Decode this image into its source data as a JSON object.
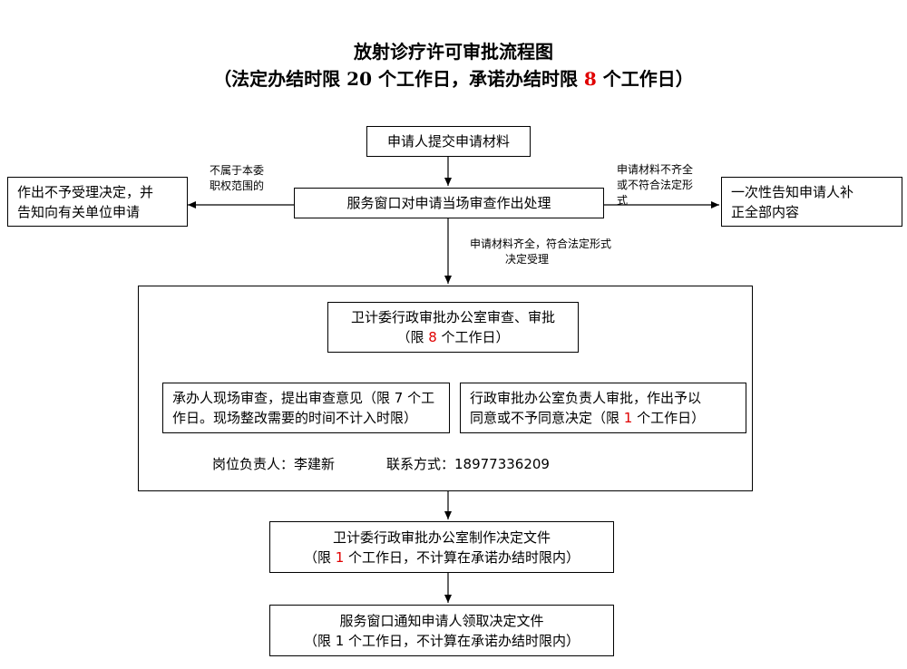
{
  "title": {
    "line1": "放射诊疗许可审批流程图",
    "line2_pre": "（法定办结时限 20 个工作日，承诺办结时限 ",
    "line2_num": "8",
    "line2_post": " 个工作日）"
  },
  "nodes": {
    "submit": "申请人提交申请材料",
    "window_process": "服务窗口对申请当场审查作出处理",
    "reject_line1": "作出不予受理决定，并",
    "reject_line2": "告知向有关单位申请",
    "notify_line1": "一次性告知申请人补",
    "notify_line2": "正全部内容",
    "review_line1": "卫计委行政审批办公室审查、审批",
    "review_pre": "（限 ",
    "review_num": "8",
    "review_post": " 个工作日）",
    "onsite_line1": "承办人现场审查，提出审查意见（限 7 个工",
    "onsite_line2": "作日。现场整改需要的时间不计入时限）",
    "head_line1": "行政审批办公室负责人审批，作出予以",
    "head_pre": "同意或不予同意决定（限 ",
    "head_num": "1",
    "head_post": " 个工作日）",
    "decision_line1": "卫计委行政审批办公室制作决定文件",
    "decision_pre": "（限 ",
    "decision_num": "1",
    "decision_post": " 个工作日，不计算在承诺办结时限内）",
    "final_line1": "服务窗口通知申请人领取决定文件",
    "final_line2": "（限 1 个工作日，不计算在承诺办结时限内）"
  },
  "edge_labels": {
    "out_of_scope_1": "不属于本委",
    "out_of_scope_2": "职权范围的",
    "incomplete_1": "申请材料不齐全",
    "incomplete_2": "或不符合法定形",
    "incomplete_3": "式",
    "accepted_1": "申请材料齐全，符合法定形式",
    "accepted_2": "决定受理"
  },
  "contact": {
    "person_label": "岗位负责人：李建新",
    "phone_label": "联系方式：18977336209"
  },
  "colors": {
    "accent": "#e00000",
    "line": "#000000"
  }
}
